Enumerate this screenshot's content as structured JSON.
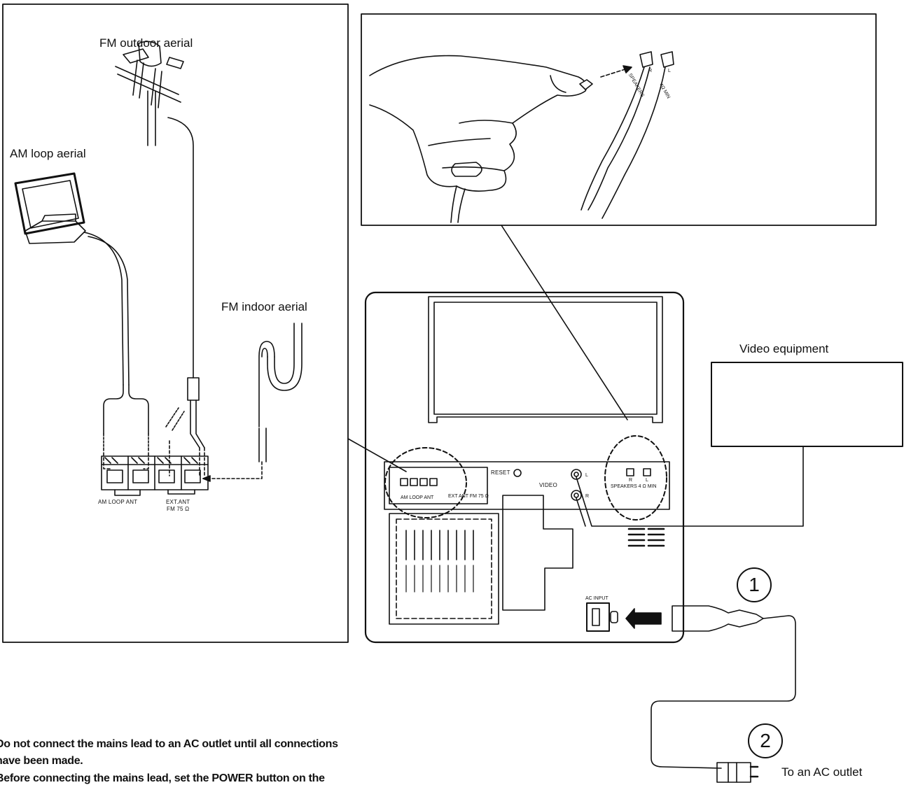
{
  "labels": {
    "fm_outdoor": "FM outdoor aerial",
    "am_loop": "AM loop aerial",
    "fm_indoor": "FM indoor aerial",
    "video_equipment": "Video equipment",
    "ac_outlet": "To an AC outlet"
  },
  "terminal_labels": {
    "am_loop_ant": "AM LOOP ANT",
    "ext_ant_1": "EXT.ANT",
    "ext_ant_2": "FM 75 Ω"
  },
  "unit_labels": {
    "reset": "RESET",
    "video": "VIDEO",
    "video_l": "L",
    "video_r": "R",
    "speakers": "SPEAKERS  4 Ω MIN",
    "spk_r": "R",
    "spk_l": "L",
    "ac_input": "AC INPUT",
    "mini_am": "AM LOOP ANT",
    "mini_ext": "EXT ANT FM 75 Ω"
  },
  "inset_labels": {
    "speakers": "SPEAKERS",
    "r": "R",
    "l": "L",
    "min": "4Ω MIN"
  },
  "steps": {
    "step1": "1",
    "step2": "2"
  },
  "notes": {
    "heading": ":",
    "line1": "Do not connect the mains lead to an AC outlet until all connections",
    "line2": "have been made.",
    "line3": "Before connecting the mains lead, set the POWER button on the"
  }
}
